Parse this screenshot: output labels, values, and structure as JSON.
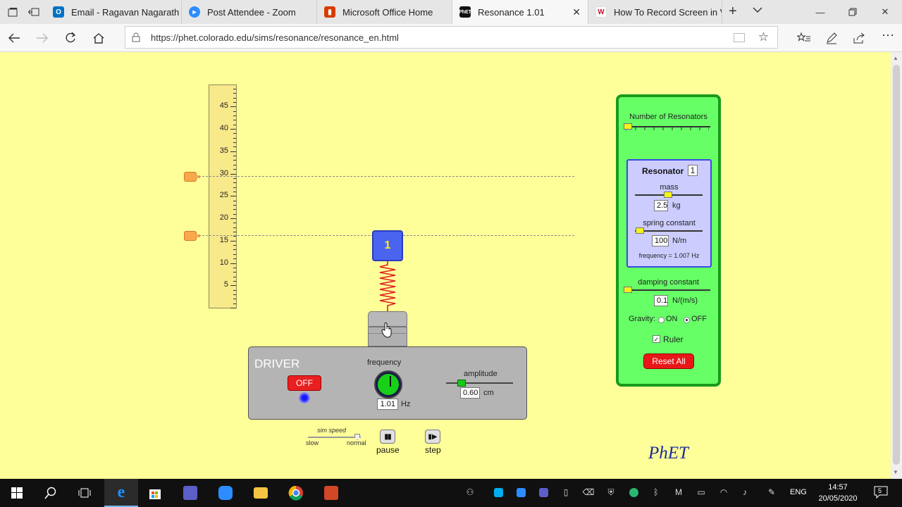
{
  "tabs": [
    {
      "title": "Email - Ragavan Nagarath",
      "icon": "outlook-icon",
      "color": "#0072c6"
    },
    {
      "title": "Post Attendee - Zoom",
      "icon": "zoom-icon",
      "color": "#2d8cff"
    },
    {
      "title": "Microsoft Office Home",
      "icon": "office-icon",
      "color": "#d83b01"
    },
    {
      "title": "Resonance 1.01",
      "icon": "phet-icon",
      "color": "#111111"
    },
    {
      "title": "How To Record Screen in V",
      "icon": "wondershare-icon",
      "color": "#c8102e"
    }
  ],
  "address": {
    "url": "https://phet.colorado.edu/sims/resonance/resonance_en.html"
  },
  "ruler": {
    "labels": [
      "45",
      "40",
      "35",
      "30",
      "25",
      "20",
      "15",
      "10",
      "5"
    ]
  },
  "resonator_block": {
    "number": "1"
  },
  "driver": {
    "title": "DRIVER",
    "power_button": "OFF",
    "frequency_label": "frequency",
    "frequency_value": "1.01",
    "frequency_unit": "Hz",
    "amplitude_label": "amplitude",
    "amplitude_value": "0.60",
    "amplitude_unit": "cm"
  },
  "sim_controls": {
    "speed_label": "sim speed",
    "slow": "slow",
    "normal": "normal",
    "pause": "pause",
    "step": "step"
  },
  "panel": {
    "num_resonators_label": "Number of Resonators",
    "resonator_label": "Resonator",
    "resonator_number": "1",
    "mass_label": "mass",
    "mass_value": "2.5",
    "mass_unit": "kg",
    "spring_label": "spring constant",
    "spring_value": "100",
    "spring_unit": "N/m",
    "frequency_readout": "frequency = 1.007 Hz",
    "damping_label": "damping constant",
    "damping_value": "0.1",
    "damping_unit": "N/(m/s)",
    "gravity_label": "Gravity:",
    "gravity_on": "ON",
    "gravity_off": "OFF",
    "ruler_label": "Ruler",
    "ruler_check": "✓",
    "reset": "Reset All"
  },
  "logo": "PhET",
  "taskbar": {
    "lang": "ENG",
    "time": "14:57",
    "date": "20/05/2020",
    "notifications": "5"
  }
}
